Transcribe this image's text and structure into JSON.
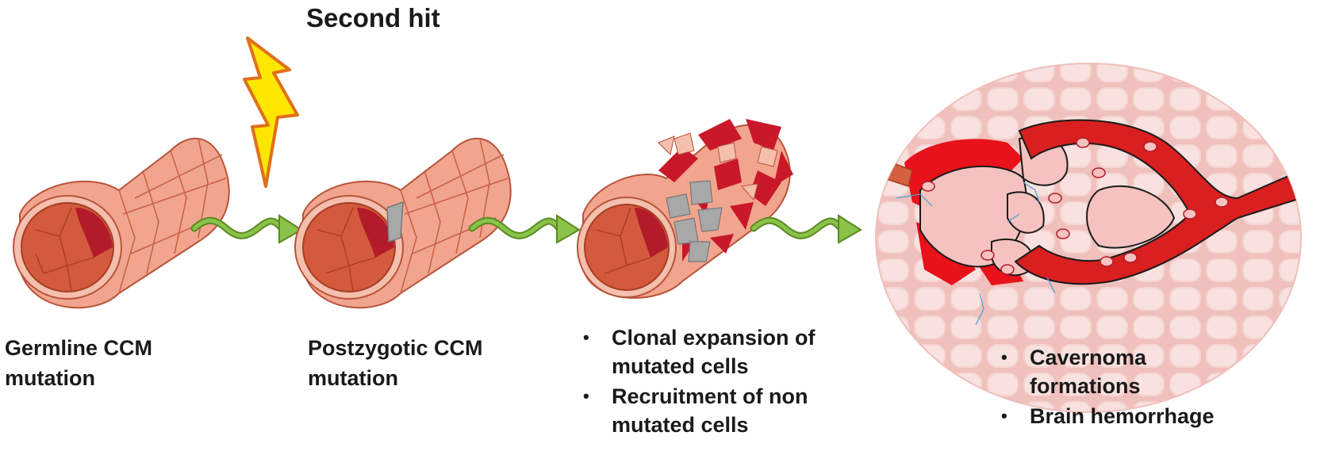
{
  "title": "Second hit",
  "stages": [
    {
      "lines": [
        "Germline CCM",
        "mutation"
      ]
    },
    {
      "lines": [
        "Postzygotic CCM",
        "mutation"
      ]
    },
    {
      "bullets": [
        {
          "lines": [
            "Clonal expansion of",
            "mutated cells"
          ]
        },
        {
          "lines": [
            "Recruitment of non",
            "mutated cells"
          ]
        }
      ]
    },
    {
      "bullets": [
        {
          "lines": [
            "Cavernoma",
            "formations"
          ]
        },
        {
          "lines": [
            "Brain hemorrhage"
          ]
        }
      ]
    }
  ],
  "colors": {
    "vessel_outer": "#f2a58e",
    "vessel_lumen": "#d45a3d",
    "blood": "#e8121a",
    "mutated_cell": "#a8a8a8",
    "arrow": "#8bc34a",
    "lightning": "#ffe600",
    "tissue": "#f4d3d0"
  }
}
